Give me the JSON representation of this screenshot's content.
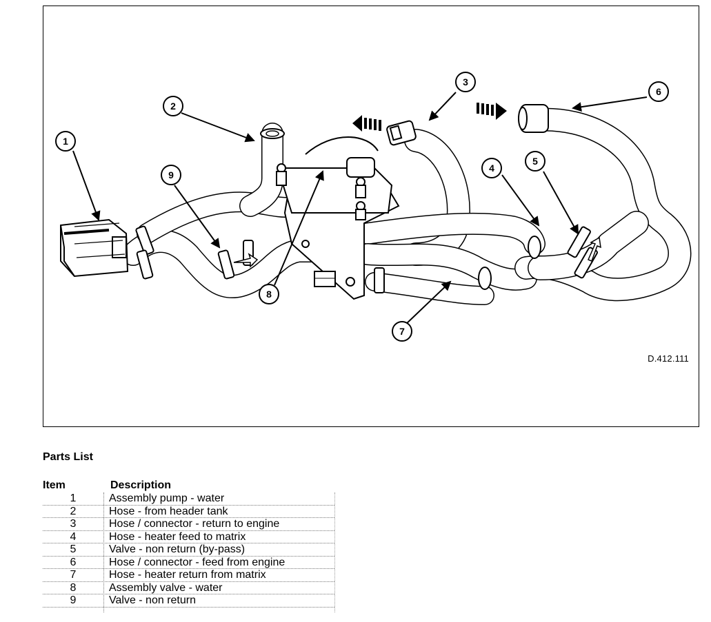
{
  "figure": {
    "drawing_ref": "D.412.111",
    "callouts": [
      "1",
      "2",
      "3",
      "4",
      "5",
      "6",
      "7",
      "8",
      "9"
    ]
  },
  "parts_list": {
    "title": "Parts List",
    "col_item": "Item",
    "col_description": "Description",
    "rows": [
      {
        "item": "1",
        "description": "Assembly pump - water"
      },
      {
        "item": "2",
        "description": "Hose - from header tank"
      },
      {
        "item": "3",
        "description": "Hose / connector - return to engine"
      },
      {
        "item": "4",
        "description": "Hose - heater feed to matrix"
      },
      {
        "item": "5",
        "description": "Valve - non return (by-pass)"
      },
      {
        "item": "6",
        "description": "Hose / connector - feed from engine"
      },
      {
        "item": "7",
        "description": "Hose - heater return from matrix"
      },
      {
        "item": "8",
        "description": "Assembly valve - water"
      },
      {
        "item": "9",
        "description": "Valve - non return"
      }
    ]
  }
}
